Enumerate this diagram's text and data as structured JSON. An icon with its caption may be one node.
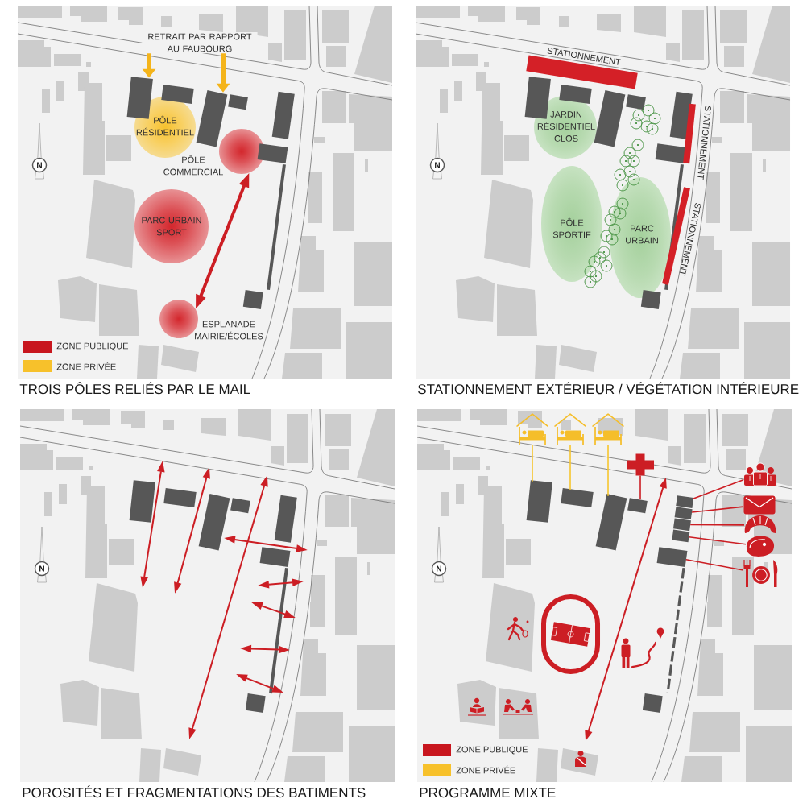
{
  "diagram": {
    "nodes": [
      {
        "text": [
          "TROIS PÔLES RELIÉS PAR LE MAIL"
        ]
      },
      {
        "text": [
          "RETRAIT PAR RAPPORT AU FAUBOURG"
        ],
        "in": 0
      },
      {
        "text": [
          "PÔLE RÉSIDENTIEL"
        ],
        "in": 0
      },
      {
        "text": [
          "PÔLE COMMERCIAL"
        ],
        "in": 0
      },
      {
        "text": [
          "PARC URBAIN SPORT"
        ],
        "in": 0
      },
      {
        "text": [
          "ESPLANADE MAIRIE/ÉCOLES"
        ],
        "in": 0
      },
      {
        "text": [],
        "shape": "box",
        "in": 0
      },
      {
        "text": [],
        "shape": "box",
        "in": 0
      },
      {
        "text": [],
        "shape": "box",
        "in": 0
      },
      {
        "text": [],
        "shape": "box",
        "in": 0
      },
      {
        "text": [],
        "shape": "box",
        "in": 0
      },
      {
        "text": [],
        "shape": "box",
        "in": 0
      },
      {
        "text": [],
        "shape": "bar",
        "in": 0
      },
      {
        "text": [],
        "shape": "box",
        "in": 0
      },
      {
        "text": [
          "STATIONNEMENT EXTÉRIEUR / VÉGÉTATION INTÉRIEURE"
        ]
      },
      {
        "text": [
          "STATIONNEMENT"
        ],
        "in": 14
      },
      {
        "text": [
          "STATIONNEMENT"
        ],
        "in": 14
      },
      {
        "text": [
          "STATIONNEMENT"
        ],
        "in": 14
      },
      {
        "text": [
          "JARDIN RÉSIDENTIEL CLOS"
        ],
        "in": 14
      },
      {
        "text": [
          "PÔLE SPORTIF"
        ],
        "in": 14
      },
      {
        "text": [
          "PARC URBAIN"
        ],
        "in": 14
      },
      {
        "text": [],
        "shape": "box",
        "in": 14
      },
      {
        "text": [],
        "shape": "box",
        "in": 14
      },
      {
        "text": [],
        "shape": "box",
        "in": 14
      },
      {
        "text": [],
        "shape": "box",
        "in": 14
      },
      {
        "text": [],
        "shape": "box",
        "in": 14
      },
      {
        "text": [],
        "shape": "box",
        "in": 14
      },
      {
        "text": [],
        "shape": "bar",
        "in": 14
      },
      {
        "text": [],
        "shape": "box",
        "in": 14
      },
      {
        "text": [
          "POROSITÉS ET FRAGMENTATIONS DES BATIMENTS"
        ]
      },
      {
        "text": [],
        "shape": "box",
        "in": 29
      },
      {
        "text": [],
        "shape": "box",
        "in": 29
      },
      {
        "text": [],
        "shape": "box",
        "in": 29
      },
      {
        "text": [],
        "shape": "box",
        "in": 29
      },
      {
        "text": [],
        "shape": "box",
        "in": 29
      },
      {
        "text": [],
        "shape": "box",
        "in": 29
      },
      {
        "text": [],
        "shape": "bar",
        "in": 29
      },
      {
        "text": [],
        "shape": "box",
        "in": 29
      },
      {
        "text": [
          "PROGRAMME MIXTE"
        ]
      },
      {
        "text": [],
        "shape": "picture",
        "in": 38
      },
      {
        "text": [],
        "shape": "picture",
        "in": 38
      },
      {
        "text": [],
        "shape": "picture",
        "in": 38
      },
      {
        "text": [],
        "shape": "picture",
        "in": 38
      },
      {
        "text": [],
        "shape": "picture",
        "in": 38
      },
      {
        "text": [],
        "shape": "picture",
        "in": 38
      },
      {
        "text": [],
        "shape": "picture",
        "in": 38
      },
      {
        "text": [],
        "shape": "picture",
        "in": 38
      },
      {
        "text": [],
        "shape": "picture",
        "in": 38
      },
      {
        "text": [],
        "shape": "box",
        "in": 38
      },
      {
        "text": [],
        "shape": "box",
        "in": 38
      },
      {
        "text": [],
        "shape": "box",
        "in": 38
      },
      {
        "text": [],
        "shape": "box",
        "in": 38
      },
      {
        "text": [],
        "shape": "box",
        "in": 38
      },
      {
        "text": [],
        "shape": "box",
        "in": 38
      },
      {
        "text": [],
        "shape": "box",
        "in": 38
      },
      {
        "text": [],
        "shape": "box",
        "in": 38
      },
      {
        "text": [],
        "shape": "box",
        "in": 38
      },
      {
        "text": [],
        "shape": "bar",
        "in": 38
      },
      {
        "text": [],
        "shape": "box",
        "in": 38
      }
    ],
    "edges": [
      {
        "from": 1,
        "to": 6,
        "arrow": "to",
        "style": "thick",
        "color": "#f4b41a"
      },
      {
        "from": 1,
        "to": 8,
        "arrow": "to",
        "style": "thick",
        "color": "#f4b41a"
      },
      {
        "from": 3,
        "to": 5,
        "arrow": "both",
        "style": "thick"
      },
      {
        "from": 39,
        "to": 48,
        "arrow": "none",
        "color": "#f6c52e"
      },
      {
        "from": 40,
        "to": 49,
        "arrow": "none",
        "color": "#f6c52e"
      },
      {
        "from": 41,
        "to": 50,
        "arrow": "none",
        "color": "#f6c52e"
      },
      {
        "from": 42,
        "to": 51,
        "arrow": "none"
      },
      {
        "from": 43,
        "to": 52,
        "arrow": "none"
      },
      {
        "from": 44,
        "to": 53,
        "arrow": "none"
      },
      {
        "from": 45,
        "to": 54,
        "arrow": "none"
      },
      {
        "from": 46,
        "to": 55,
        "arrow": "none"
      },
      {
        "from": 47,
        "to": 56,
        "arrow": "none"
      }
    ],
    "labels": [
      "N",
      "N",
      "N",
      "N"
    ],
    "legend": [
      {
        "text": "ZONE PUBLIQUE",
        "color": "#c8161e"
      },
      {
        "text": "ZONE PRIVÉE",
        "color": "#f7c12b"
      },
      {
        "text": "ZONE PUBLIQUE",
        "color": "#c8161e"
      },
      {
        "text": "ZONE PRIVÉE",
        "color": "#f7c12b"
      }
    ]
  }
}
